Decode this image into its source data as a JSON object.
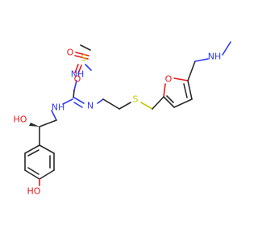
{
  "molecule": {
    "atoms": {
      "nh_top": "NH",
      "s_sulfonyl": "S",
      "o_sulfonyl_left": "O",
      "o_sulfonyl_bottom": "O",
      "nh_left": "NH",
      "n_imine": "N",
      "s_thioether": "S",
      "o_furan": "O",
      "nh_methylamine": "NH",
      "ho_benzylic": "HO",
      "ho_phenol": "HO"
    },
    "colors": {
      "carbon_bond": "#2a2a2a",
      "nitrogen": "#2e3cf0",
      "oxygen": "#e8191c",
      "sulfur": "#c8c800"
    }
  }
}
